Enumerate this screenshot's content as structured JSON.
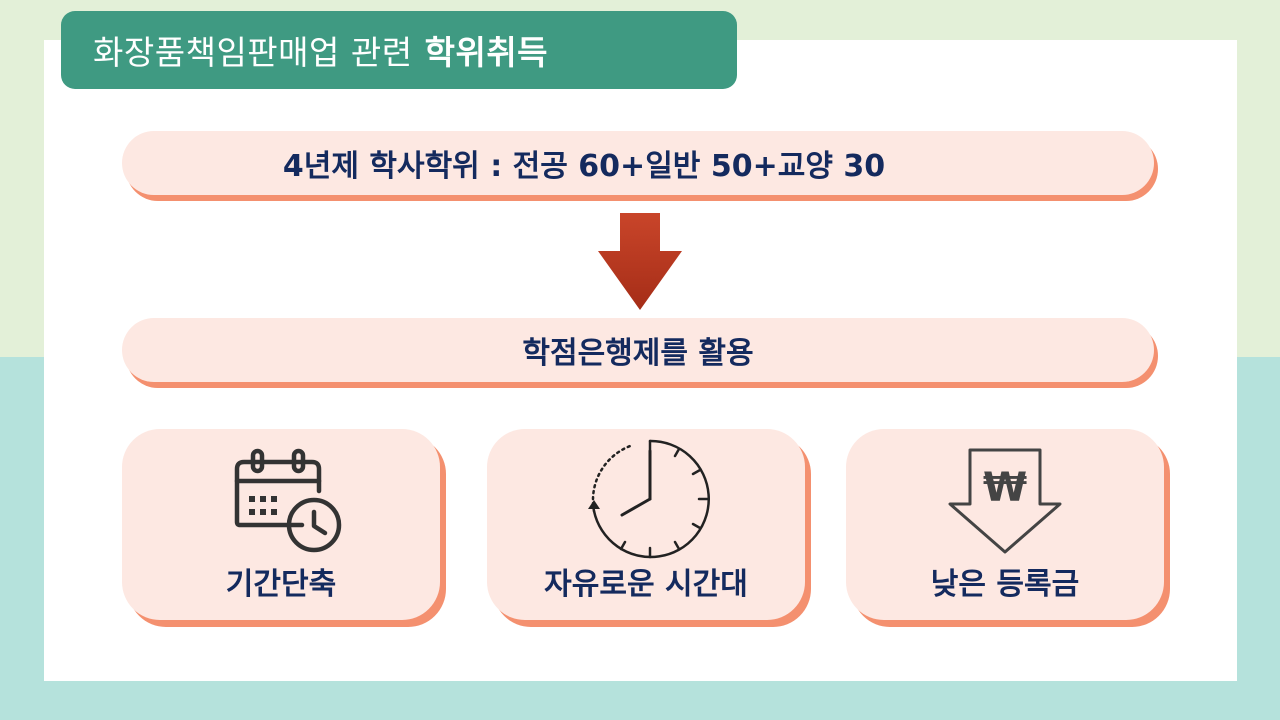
{
  "title": {
    "prefix": "화장품책임판매업 관련",
    "highlight": "학위취득"
  },
  "flow": {
    "step1": "4년제 학사학위 : 전공 60+일반 50+교양 30",
    "step2": "학점은행제를 활용"
  },
  "benefits": [
    {
      "label": "기간단축",
      "icon": "calendar-clock-icon"
    },
    {
      "label": "자유로운 시간대",
      "icon": "clock-icon"
    },
    {
      "label": "낮은 등록금",
      "icon": "won-down-arrow-icon",
      "symbol": "₩"
    }
  ],
  "colors": {
    "title_bg": "#3f9a82",
    "pill_bg": "#fde8e2",
    "pill_shadow": "#f4906f",
    "text": "#142a5e",
    "arrow": "#b8371f"
  }
}
